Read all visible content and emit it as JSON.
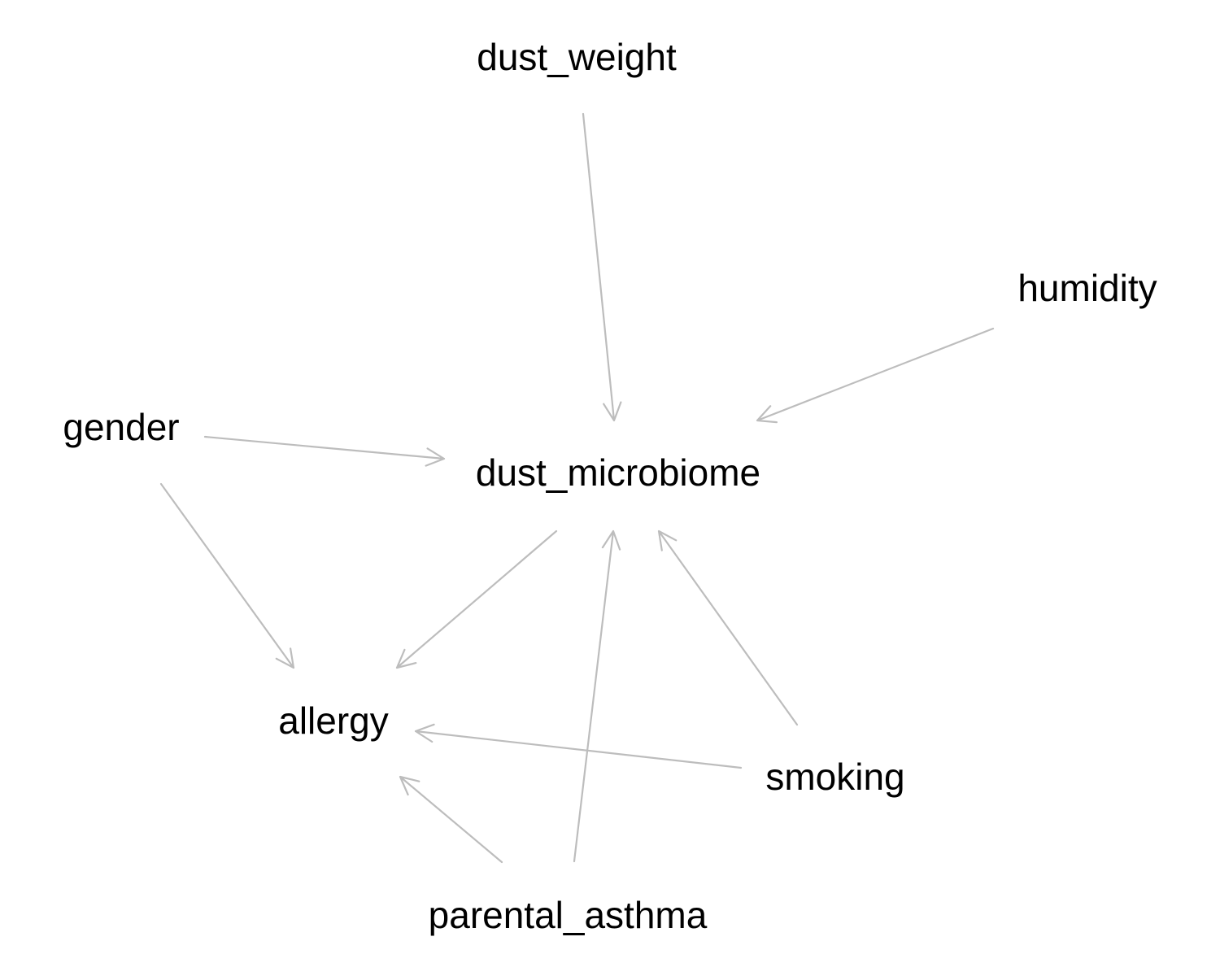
{
  "diagram": {
    "type": "directed-acyclic-graph",
    "edge_color": "#bdbdbd",
    "text_color": "#000000",
    "background": "#ffffff",
    "nodes": [
      {
        "id": "dust_weight",
        "label": "dust_weight"
      },
      {
        "id": "humidity",
        "label": "humidity"
      },
      {
        "id": "gender",
        "label": "gender"
      },
      {
        "id": "dust_microbiome",
        "label": "dust_microbiome"
      },
      {
        "id": "allergy",
        "label": "allergy"
      },
      {
        "id": "smoking",
        "label": "smoking"
      },
      {
        "id": "parental_asthma",
        "label": "parental_asthma"
      }
    ],
    "edges": [
      {
        "from": "dust_weight",
        "to": "dust_microbiome"
      },
      {
        "from": "humidity",
        "to": "dust_microbiome"
      },
      {
        "from": "gender",
        "to": "dust_microbiome"
      },
      {
        "from": "gender",
        "to": "allergy"
      },
      {
        "from": "dust_microbiome",
        "to": "allergy"
      },
      {
        "from": "parental_asthma",
        "to": "dust_microbiome"
      },
      {
        "from": "parental_asthma",
        "to": "allergy"
      },
      {
        "from": "smoking",
        "to": "dust_microbiome"
      },
      {
        "from": "smoking",
        "to": "allergy"
      }
    ]
  }
}
